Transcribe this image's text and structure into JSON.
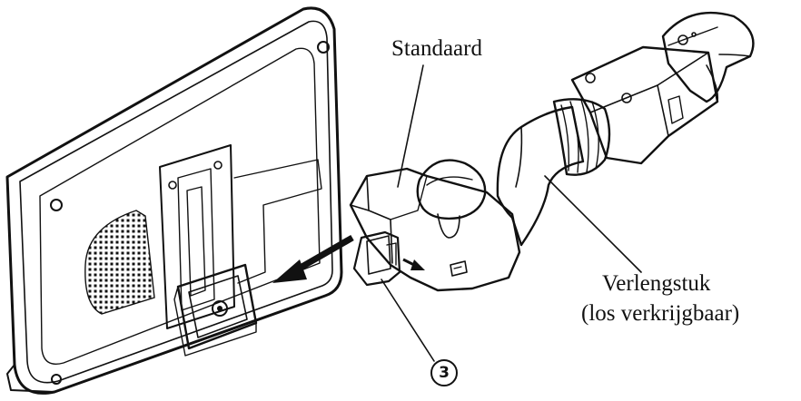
{
  "labels": {
    "stand": "Standaard",
    "extension_line1": "Verlengstuk",
    "extension_line2": "(los verkrijgbaar)",
    "callout_number": "3"
  },
  "icons": {
    "device": "navigation-device-back",
    "mount": "stand-mount",
    "release_button": "release-lever",
    "extension": "extension-arm",
    "direction": "slide-left-arrow"
  }
}
